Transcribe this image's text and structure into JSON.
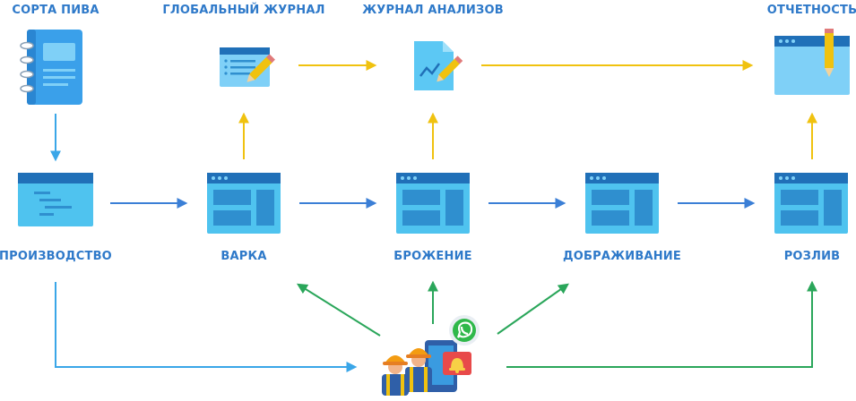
{
  "labels": {
    "beer_varieties": "СОРТА ПИВА",
    "global_journal": "ГЛОБАЛЬНЫЙ ЖУРНАЛ",
    "analysis_journal": "ЖУРНАЛ АНАЛИЗОВ",
    "reporting": "ОТЧЕТНОСТЬ",
    "production": "ПРОИЗВОДСТВО",
    "brewing": "ВАРКА",
    "fermentation": "БРОЖЕНИЕ",
    "maturation": "ДОБРАЖИВАНИЕ",
    "bottling": "РОЗЛИВ"
  },
  "colors": {
    "label": "#2e79c9",
    "arrow_blue": "#3b7fd6",
    "arrow_light_blue": "#3aa6e8",
    "arrow_yellow": "#f0c20f",
    "arrow_green": "#2aa65a",
    "window_dark": "#2070b8",
    "window_body": "#4fc3ef",
    "window_panel": "#2f8fcf",
    "notebook": "#3aa0ea"
  }
}
